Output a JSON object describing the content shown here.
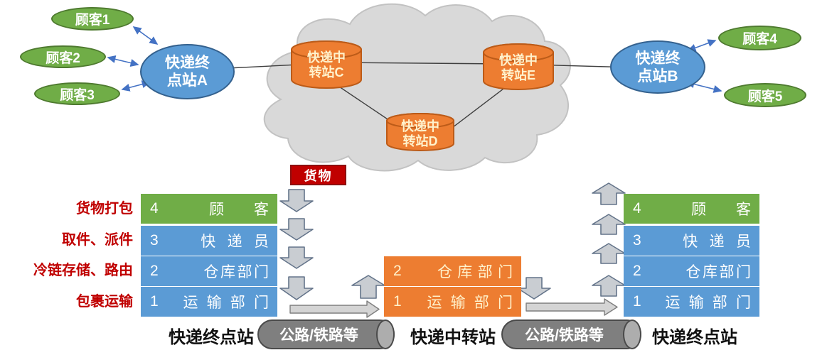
{
  "palette": {
    "node_green": "#70AD47",
    "node_blue": "#5B9BD5",
    "hub_orange": "#ED7D31",
    "cloud_gray": "#D9D9D9",
    "cargo_red": "#C00000",
    "process_label_red": "#C00000",
    "arrow_gray": "#C9CDD2",
    "road_gray": "#7F7F7F",
    "cream_text": "#FFF2CC",
    "connector_blue": "#4472C4"
  },
  "network": {
    "customers": [
      {
        "label": "顾客1"
      },
      {
        "label": "顾客2"
      },
      {
        "label": "顾客3"
      },
      {
        "label": "顾客4"
      },
      {
        "label": "顾客5"
      }
    ],
    "terminal_a": "快递终\n点站A",
    "terminal_b": "快递终\n点站B",
    "hub_c": "快递中\n转站C",
    "hub_d": "快递中\n转站D",
    "hub_e": "快递中\n转站E"
  },
  "cargo": {
    "label": "货物"
  },
  "process_labels": [
    "货物打包",
    "取件、派件",
    "冷链存储、路由",
    "包裹运输"
  ],
  "stacks": {
    "left": {
      "caption": "快递终点站",
      "layers": [
        {
          "num": "4",
          "label": "顾客"
        },
        {
          "num": "3",
          "label": "快递员"
        },
        {
          "num": "2",
          "label": "仓库部门"
        },
        {
          "num": "1",
          "label": "运输部门"
        }
      ]
    },
    "middle": {
      "caption": "快递中转站",
      "layers": [
        {
          "num": "2",
          "label": "仓库部门"
        },
        {
          "num": "1",
          "label": "运输部门"
        }
      ]
    },
    "right": {
      "caption": "快递终点站",
      "layers": [
        {
          "num": "4",
          "label": "顾客"
        },
        {
          "num": "3",
          "label": "快递员"
        },
        {
          "num": "2",
          "label": "仓库部门"
        },
        {
          "num": "1",
          "label": "运输部门"
        }
      ]
    }
  },
  "transport": {
    "label": "公路/铁路等"
  }
}
